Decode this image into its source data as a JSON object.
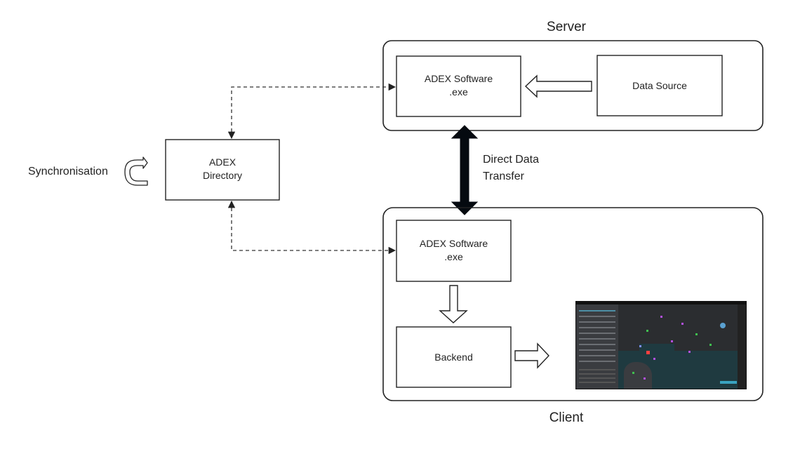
{
  "diagram": {
    "groups": {
      "server": {
        "title": "Server"
      },
      "client": {
        "title": "Client"
      }
    },
    "nodes": {
      "server_adex": {
        "line1": "ADEX Software",
        "line2": ".exe"
      },
      "data_source": {
        "label": "Data Source"
      },
      "directory": {
        "line1": "ADEX",
        "line2": "Directory"
      },
      "client_adex": {
        "line1": "ADEX Software",
        "line2": ".exe"
      },
      "backend": {
        "label": "Backend"
      },
      "ui_screenshot": {
        "label": "ADEX client map display (screenshot thumbnail)"
      }
    },
    "annotations": {
      "sync": "Synchronisation",
      "direct_transfer_line1": "Direct Data",
      "direct_transfer_line2": "Transfer"
    },
    "edges": [
      {
        "from": "data_source",
        "to": "server_adex",
        "style": "hollow-block-arrow"
      },
      {
        "from": "directory",
        "to": "server_adex",
        "style": "dashed-bidirectional"
      },
      {
        "from": "directory",
        "to": "client_adex",
        "style": "dashed-bidirectional"
      },
      {
        "from": "server_adex",
        "to": "client_adex",
        "style": "thick-bidirectional",
        "label": "Direct Data Transfer"
      },
      {
        "from": "client_adex",
        "to": "backend",
        "style": "hollow-block-arrow"
      },
      {
        "from": "backend",
        "to": "ui_screenshot",
        "style": "hollow-block-arrow"
      },
      {
        "from": "directory",
        "to": "directory",
        "style": "u-turn-arrow",
        "label": "Synchronisation"
      }
    ],
    "colors": {
      "stroke": "#222222",
      "background": "#ffffff",
      "thick_arrow": "#050a10"
    }
  }
}
